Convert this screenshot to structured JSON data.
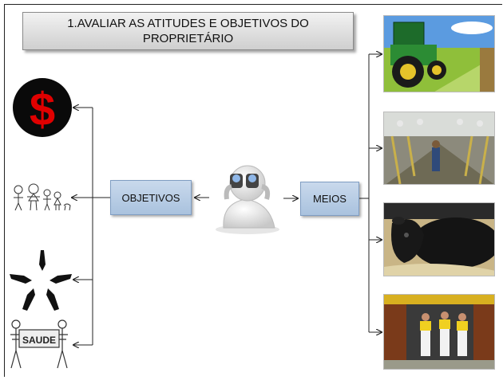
{
  "title": "1.AVALIAR AS ATITUDES E OBJETIVOS DO PROPRIETÁRIO",
  "nodes": {
    "objetivos": "OBJETIVOS",
    "meios": "MEIOS"
  },
  "left_icons": [
    "dollar-icon",
    "family-drawing-icon",
    "hands-star-icon",
    "saude-skeletons-icon"
  ],
  "right_photos": [
    "tractor-photo",
    "milking-parlor-photo",
    "cow-photo",
    "workers-photo"
  ],
  "icon_texts": {
    "money_symbol": "$",
    "saude_sign": "SAUDE"
  },
  "colors": {
    "node_fill": "#b8cde6",
    "title_fill": "#e0e0e0",
    "connector": "#222222"
  }
}
